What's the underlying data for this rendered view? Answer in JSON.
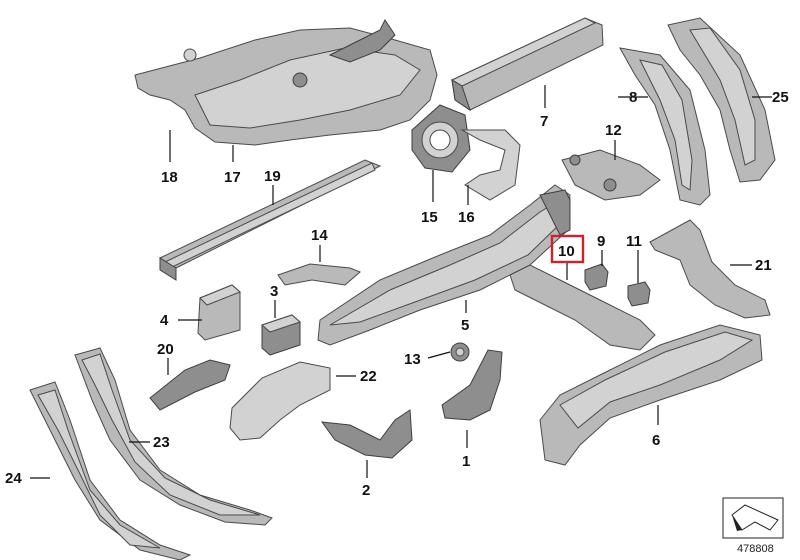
{
  "diagram": {
    "callouts": [
      {
        "id": "c1",
        "label": "1"
      },
      {
        "id": "c2",
        "label": "2"
      },
      {
        "id": "c3",
        "label": "3"
      },
      {
        "id": "c4",
        "label": "4"
      },
      {
        "id": "c5",
        "label": "5"
      },
      {
        "id": "c6",
        "label": "6"
      },
      {
        "id": "c7",
        "label": "7"
      },
      {
        "id": "c8",
        "label": "8"
      },
      {
        "id": "c9",
        "label": "9"
      },
      {
        "id": "c10",
        "label": "10",
        "highlighted": true
      },
      {
        "id": "c11",
        "label": "11"
      },
      {
        "id": "c12",
        "label": "12"
      },
      {
        "id": "c13",
        "label": "13"
      },
      {
        "id": "c14",
        "label": "14"
      },
      {
        "id": "c15",
        "label": "15"
      },
      {
        "id": "c16",
        "label": "16"
      },
      {
        "id": "c17",
        "label": "17"
      },
      {
        "id": "c18",
        "label": "18"
      },
      {
        "id": "c19",
        "label": "19"
      },
      {
        "id": "c20",
        "label": "20"
      },
      {
        "id": "c21",
        "label": "21"
      },
      {
        "id": "c22",
        "label": "22"
      },
      {
        "id": "c23",
        "label": "23"
      },
      {
        "id": "c24",
        "label": "24"
      },
      {
        "id": "c25",
        "label": "25"
      }
    ],
    "reference_code": "478808",
    "highlight_color": "#d0202a"
  }
}
